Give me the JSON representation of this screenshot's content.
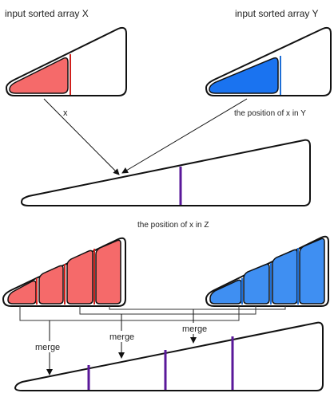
{
  "labels": {
    "input_x": "input sorted array X",
    "input_y": "input sorted array Y",
    "x": "x",
    "position_x_in_y": "the position of x in Y",
    "position_x_in_z": "the position of x in Z",
    "merge": "merge"
  },
  "colors": {
    "array_x_fill": "#f56a6a",
    "array_y_fill": "#1a73f0",
    "array_y_fill_light": "#3f8ff2",
    "marker_red": "#d0201c",
    "marker_blue": "#1f6fd6",
    "marker_purple": "#5a189a",
    "outline": "#111111"
  }
}
